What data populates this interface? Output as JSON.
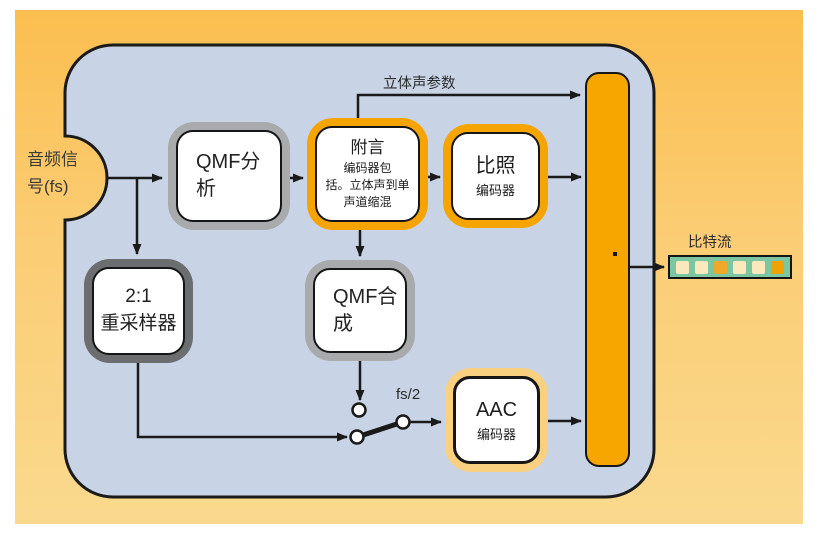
{
  "figure": {
    "input_label": "音频信\n号(fs)",
    "stereo_params_label": "立体声参数",
    "switch_rate_label": "fs/2",
    "bitstream_label": "比特流",
    "blocks": {
      "qmf_analysis": {
        "title": "QMF分\n析"
      },
      "side_info_encoder": {
        "title": "附言",
        "description": "编码器包\n括。立体声到单\n声道缩混"
      },
      "sbr_encoder": {
        "title": "比照",
        "subtitle": "编码器"
      },
      "resampler": {
        "title": "2:1\n重采样器"
      },
      "qmf_synthesis": {
        "title": "QMF合\n成"
      },
      "aac_encoder": {
        "title": "AAC",
        "subtitle": "编码器"
      }
    },
    "bitstream": {
      "bar_color": "#7AC7A2",
      "squares": [
        "#FBE8BC",
        "#FBE8BC",
        "#F1A82A",
        "#FBE8BC",
        "#FBE8BC",
        "#F0A202"
      ]
    },
    "colors": {
      "outer_background_top": "#FBBE50",
      "outer_background_bottom": "#FAD98E",
      "container_fill": "#C8D4E6",
      "line_color": "#1A1A1A",
      "mux_fill": "#F7A600",
      "ring_gray": "#A8AAAC",
      "ring_dark_gray": "#6B6D6F",
      "ring_orange": "#F5A402",
      "ring_light_orange": "#F9CF80"
    }
  }
}
